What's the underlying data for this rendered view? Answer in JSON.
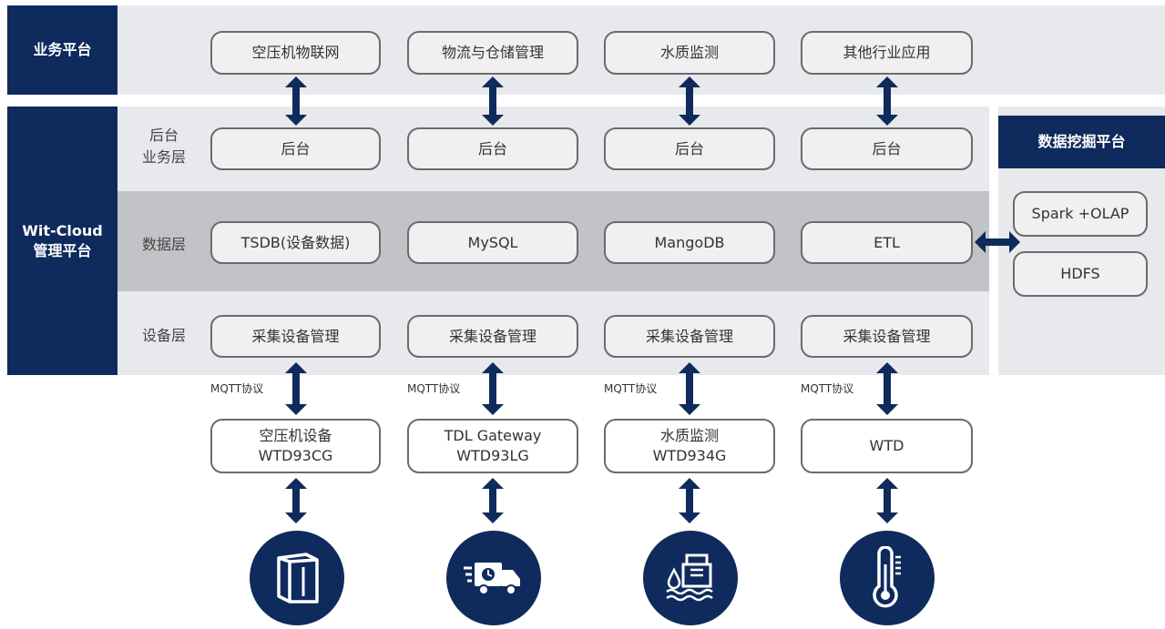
{
  "platforms": {
    "business": "业务平台",
    "wit_cloud": "Wit-Cloud\n管理平台",
    "data_mining": "数据挖掘平台"
  },
  "layers": {
    "backend": "后台\n业务层",
    "data": "数据层",
    "device": "设备层"
  },
  "business_apps": [
    "空压机物联网",
    "物流与仓储管理",
    "水质监测",
    "其他行业应用"
  ],
  "backend_boxes": [
    "后台",
    "后台",
    "后台",
    "后台"
  ],
  "data_boxes": [
    "TSDB(设备数据)",
    "MySQL",
    "MangoDB",
    "ETL"
  ],
  "device_boxes": [
    "采集设备管理",
    "采集设备管理",
    "采集设备管理",
    "采集设备管理"
  ],
  "protocol_label": "MQTT协议",
  "gateways": [
    "空压机设备\nWTD93CG",
    "TDL Gateway\nWTD93LG",
    "水质监测\nWTD934G",
    "WTD"
  ],
  "mining_tools": [
    "Spark +OLAP",
    "HDFS"
  ],
  "icons": [
    "cabinet-icon",
    "delivery-truck-icon",
    "water-monitoring-icon",
    "thermometer-icon"
  ],
  "colors": {
    "navy": "#0f2a5c",
    "band_light": "#e8e9ec",
    "band_mid": "#c2c3c6",
    "border": "#6b6b6b"
  }
}
